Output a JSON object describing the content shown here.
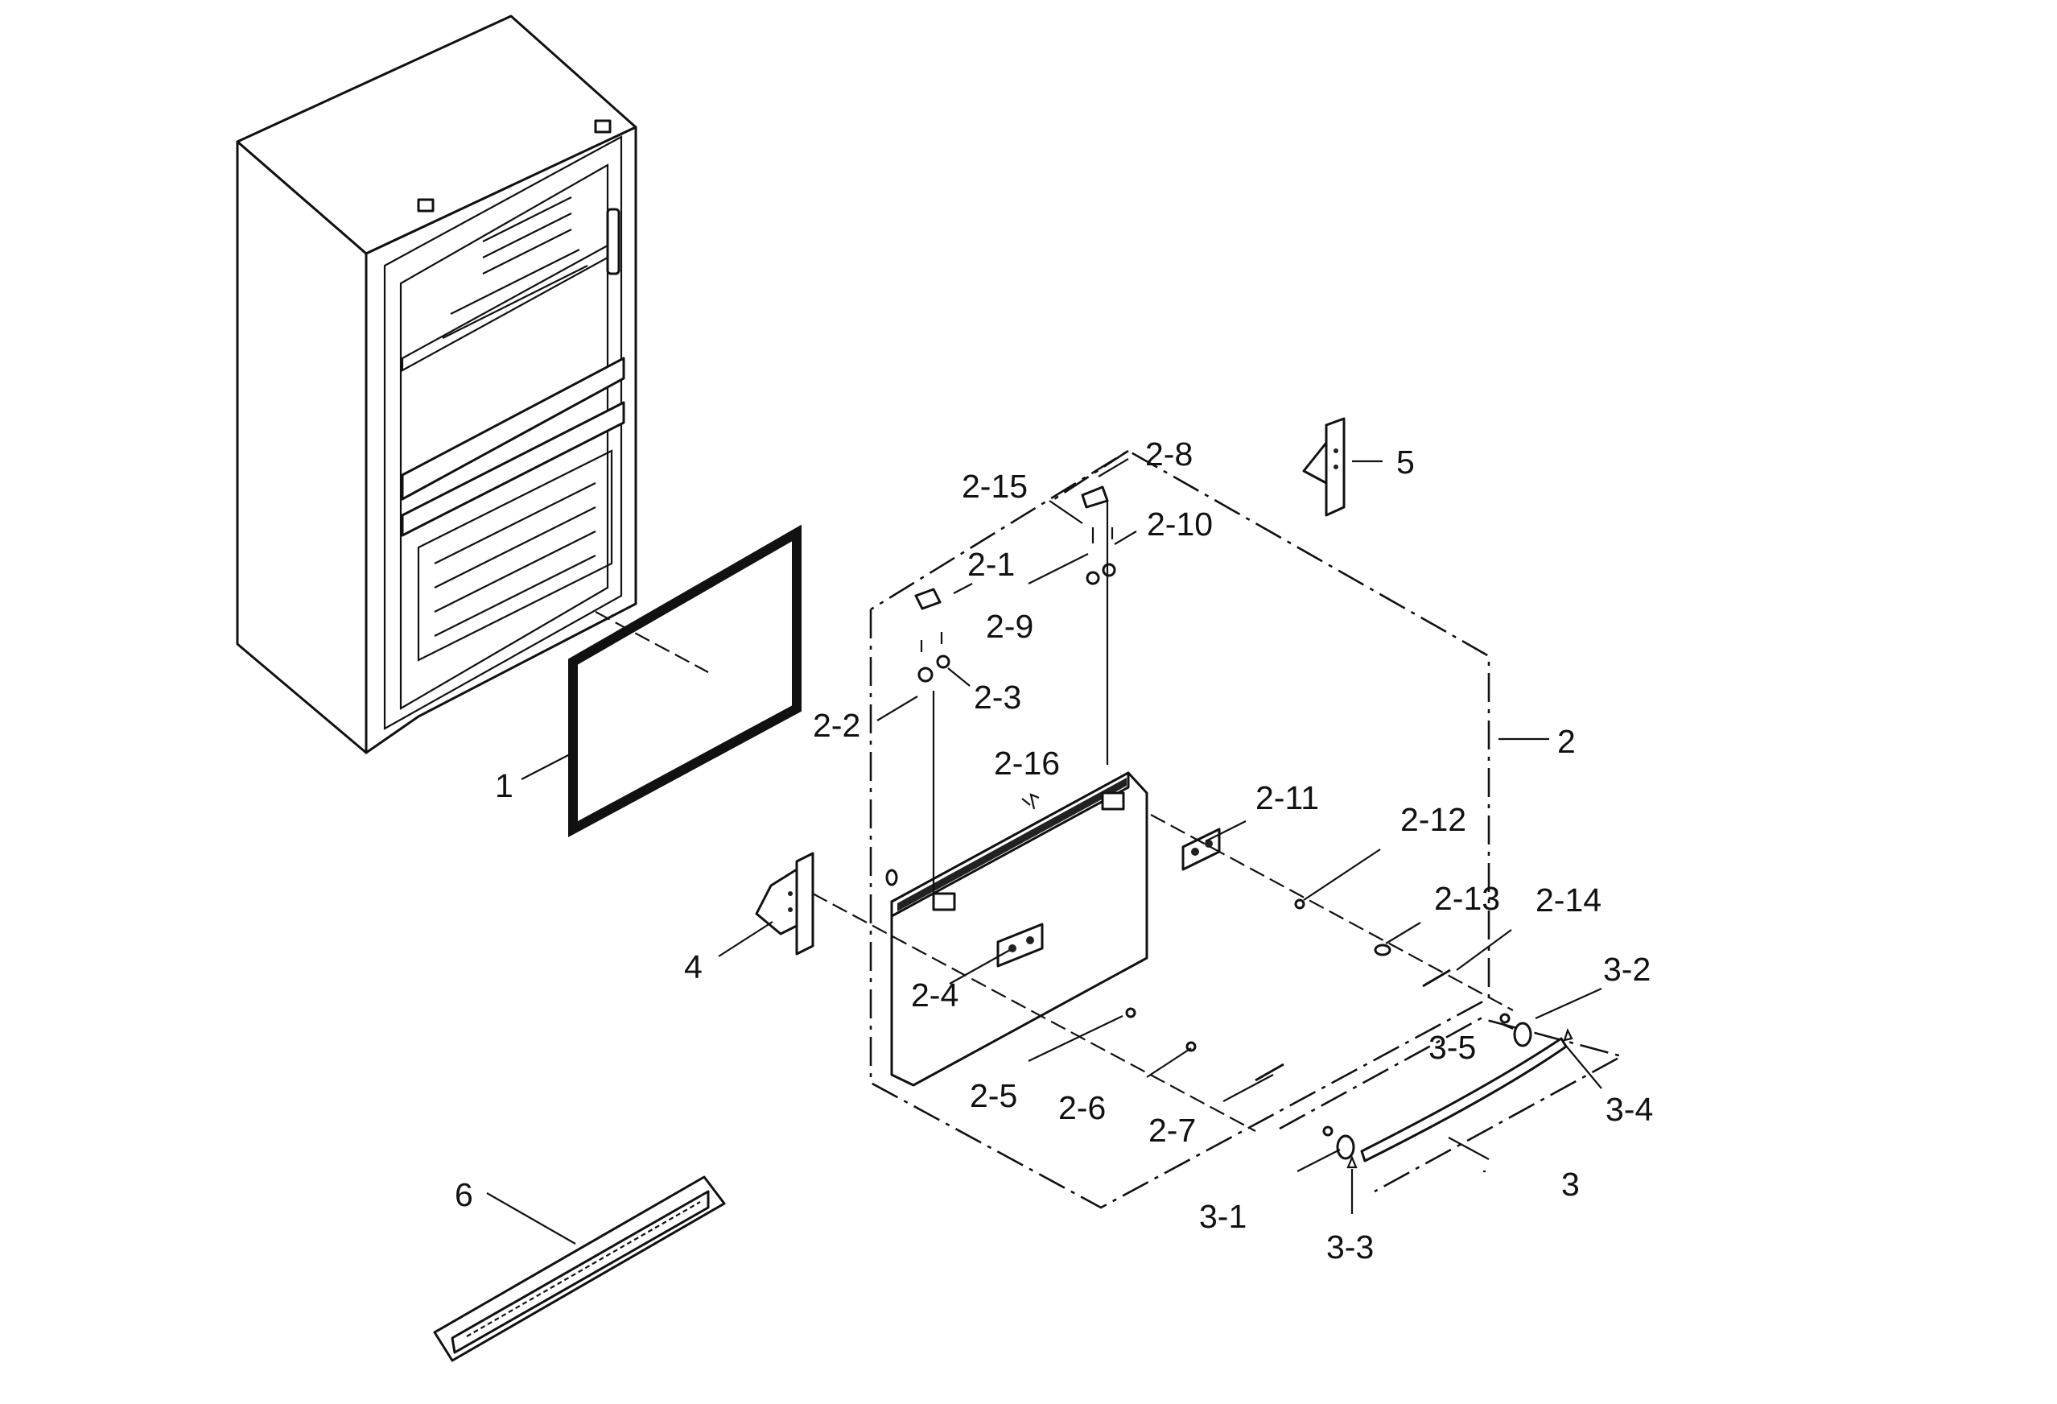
{
  "callouts": {
    "c1": "1",
    "c2": "2",
    "c2_1": "2-1",
    "c2_2": "2-2",
    "c2_3": "2-3",
    "c2_4": "2-4",
    "c2_5": "2-5",
    "c2_6": "2-6",
    "c2_7": "2-7",
    "c2_8": "2-8",
    "c2_9": "2-9",
    "c2_10": "2-10",
    "c2_11": "2-11",
    "c2_12": "2-12",
    "c2_13": "2-13",
    "c2_14": "2-14",
    "c2_15": "2-15",
    "c2_16": "2-16",
    "c3": "3",
    "c3_1": "3-1",
    "c3_2": "3-2",
    "c3_3": "3-3",
    "c3_4": "3-4",
    "c3_5": "3-5",
    "c4": "4",
    "c5": "5",
    "c6": "6"
  }
}
